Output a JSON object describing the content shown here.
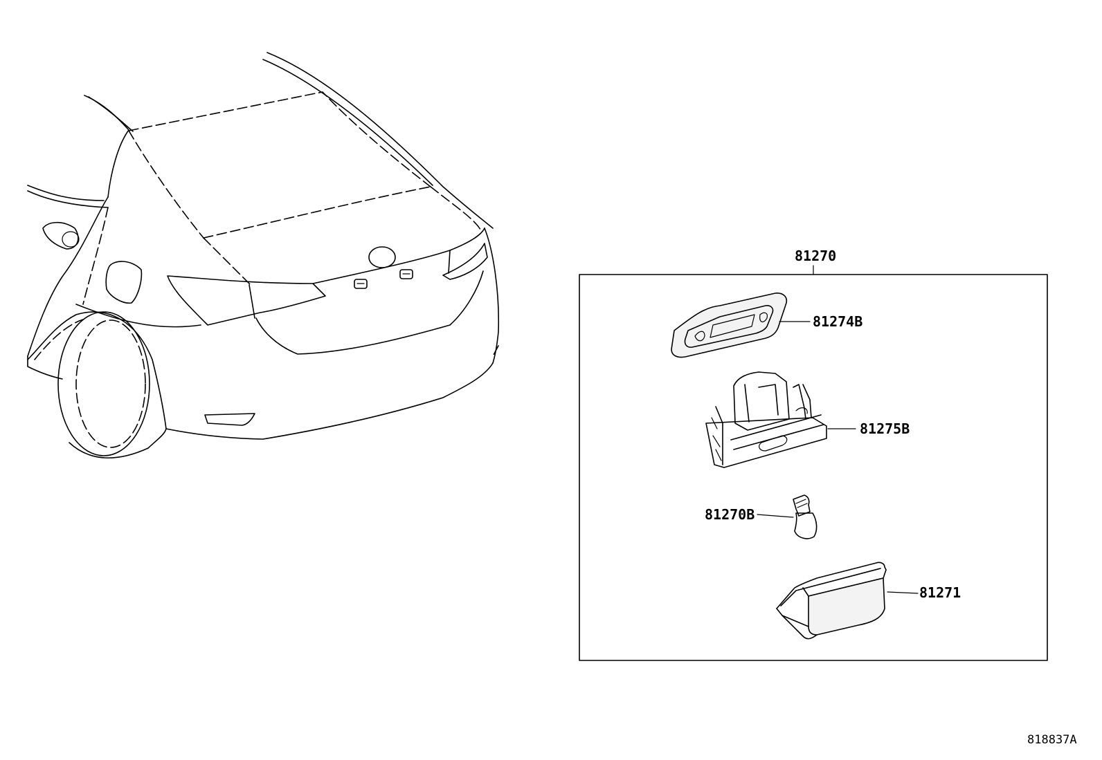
{
  "parts": {
    "assembly": "81270",
    "lens_gasket": "81274B",
    "lamp_housing": "81275B",
    "bulb": "81270B",
    "cover_lens": "81271"
  },
  "reference_number": "818837A"
}
